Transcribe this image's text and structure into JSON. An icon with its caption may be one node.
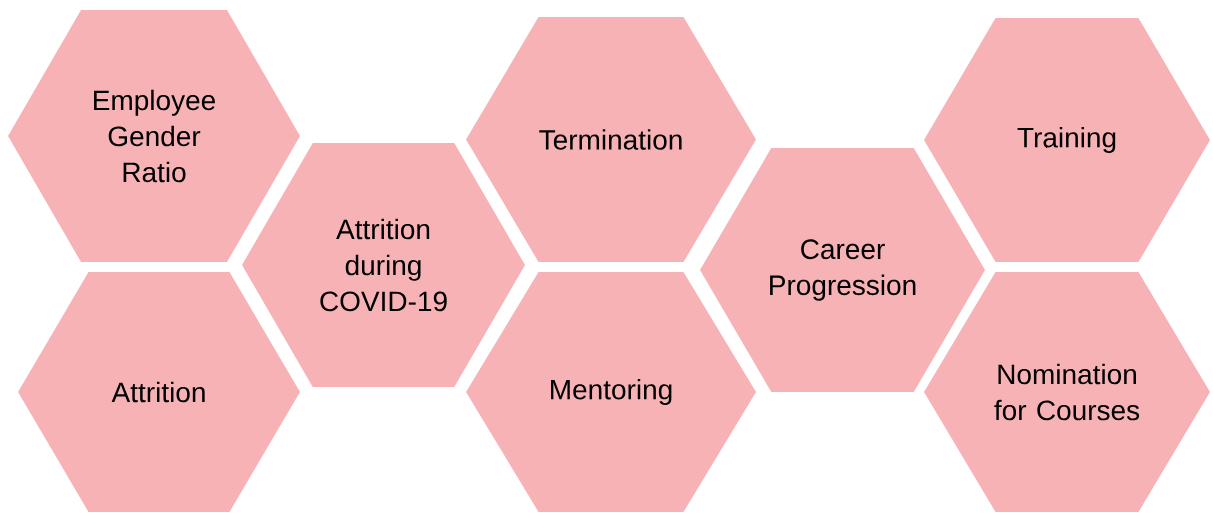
{
  "diagram": {
    "nodes": [
      {
        "text": [
          "Employee Gender Ratio"
        ]
      },
      {
        "text": [
          "Attrition"
        ]
      },
      {
        "text": [
          "Attrition during COVID-19"
        ]
      },
      {
        "text": [
          "Termination"
        ]
      },
      {
        "text": [
          "Mentoring"
        ]
      },
      {
        "text": [
          "Career Progression"
        ]
      },
      {
        "text": [
          "Training"
        ]
      },
      {
        "text": [
          "Nomination for Courses"
        ]
      }
    ]
  }
}
